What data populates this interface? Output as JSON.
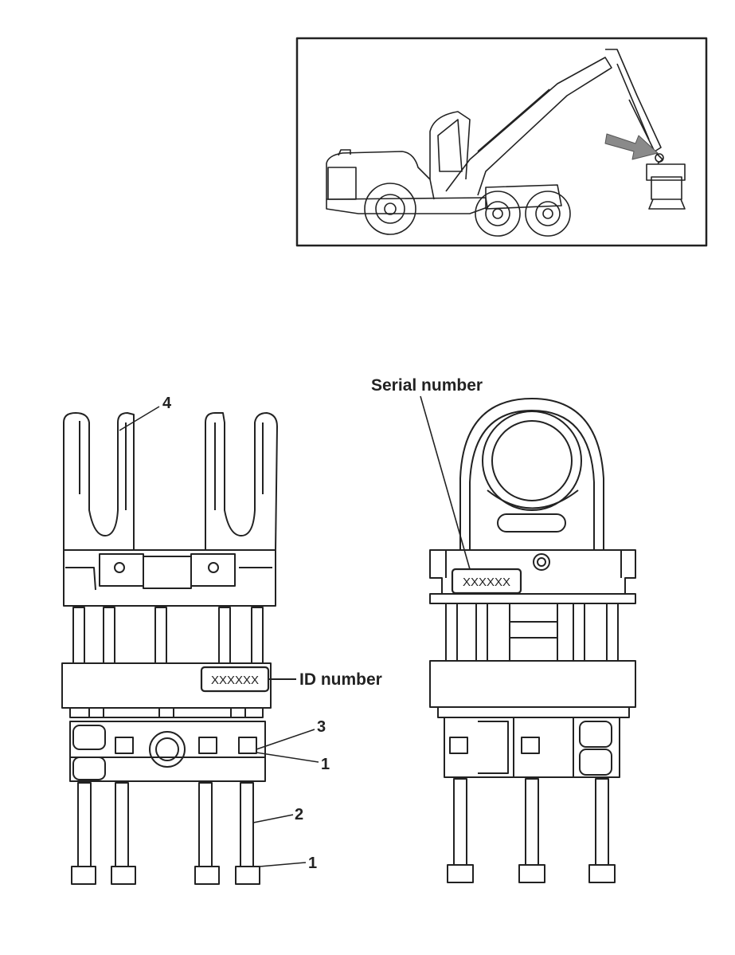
{
  "inset": {
    "machine": "forestry-harvester",
    "arrow_target": "rotator"
  },
  "labels": {
    "serial_number": "Serial number",
    "id_number": "ID number",
    "callout_4": "4",
    "callout_3": "3",
    "callout_1_upper": "1",
    "callout_2": "2",
    "callout_1_lower": "1"
  },
  "plates": {
    "id_plate_value": "XXXXXX",
    "serial_plate_value": "XXXXXX"
  },
  "colors": {
    "line": "#222222",
    "arrow_fill": "#8a8a8a"
  }
}
